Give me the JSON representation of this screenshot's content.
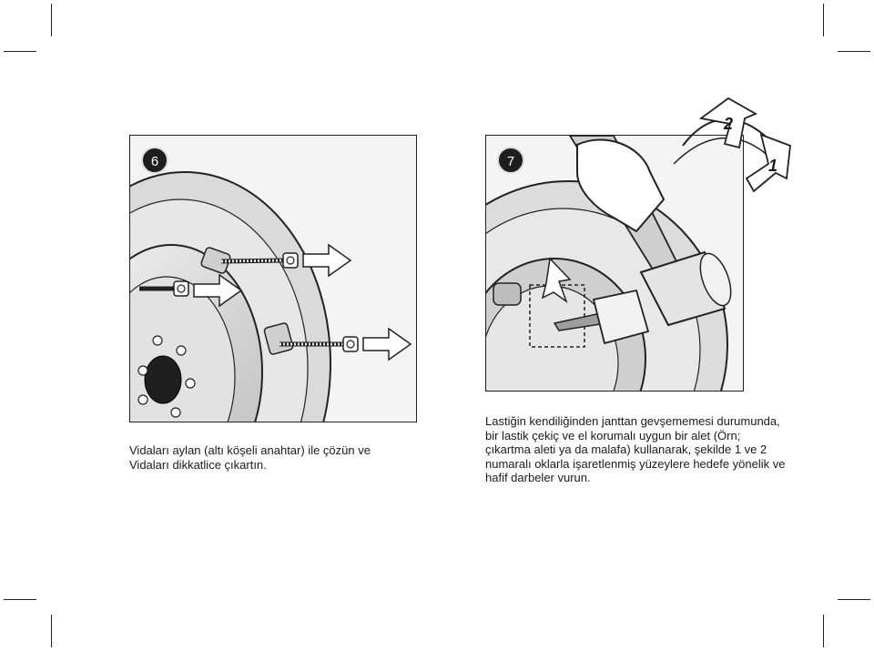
{
  "steps": [
    {
      "number": "6",
      "caption": "Vidaları aylan (altı köşeli anahtar) ile çözün ve Vidaları dikkatlice çıkartın."
    },
    {
      "number": "7",
      "caption": "Lastiğin kendiliğinden janttan gevşememesi durumunda, bir lastik çekiç ve el korumalı uygun bir alet (Örn; çıkartma aleti ya da malafa) kullanarak, şekilde 1 ve 2 numaralı oklarla işaretlenmiş yüzeylere hedefe yönelik ve hafif darbeler vurun."
    }
  ],
  "arrow_labels": [
    "2",
    "1"
  ],
  "colors": {
    "line": "#222222",
    "tire": "#d9d9d9",
    "badge": "#1e1e1e"
  }
}
